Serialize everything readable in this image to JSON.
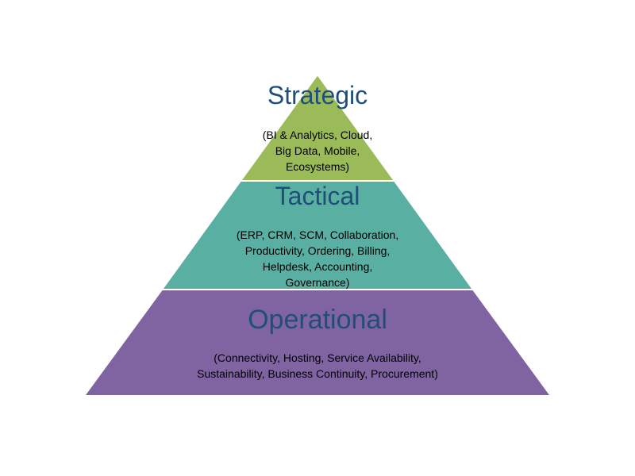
{
  "colors": {
    "strategic": "#9bbb59",
    "tactical": "#5aafa3",
    "operational": "#8064a2",
    "title_text": "#1f4e79",
    "desc_text": "#000000",
    "tier_border": "#ffffff"
  },
  "tiers": {
    "strategic": {
      "title": "Strategic",
      "description": [
        "(BI & Analytics, Cloud,",
        "Big Data, Mobile,",
        "Ecosystems)"
      ]
    },
    "tactical": {
      "title": "Tactical",
      "description": [
        "(ERP, CRM, SCM, Collaboration,",
        "Productivity, Ordering, Billing,",
        "Helpdesk, Accounting,",
        "Governance)"
      ]
    },
    "operational": {
      "title": "Operational",
      "description": [
        "(Connectivity, Hosting, Service Availability,",
        "Sustainability, Business Continuity, Procurement)"
      ]
    }
  }
}
